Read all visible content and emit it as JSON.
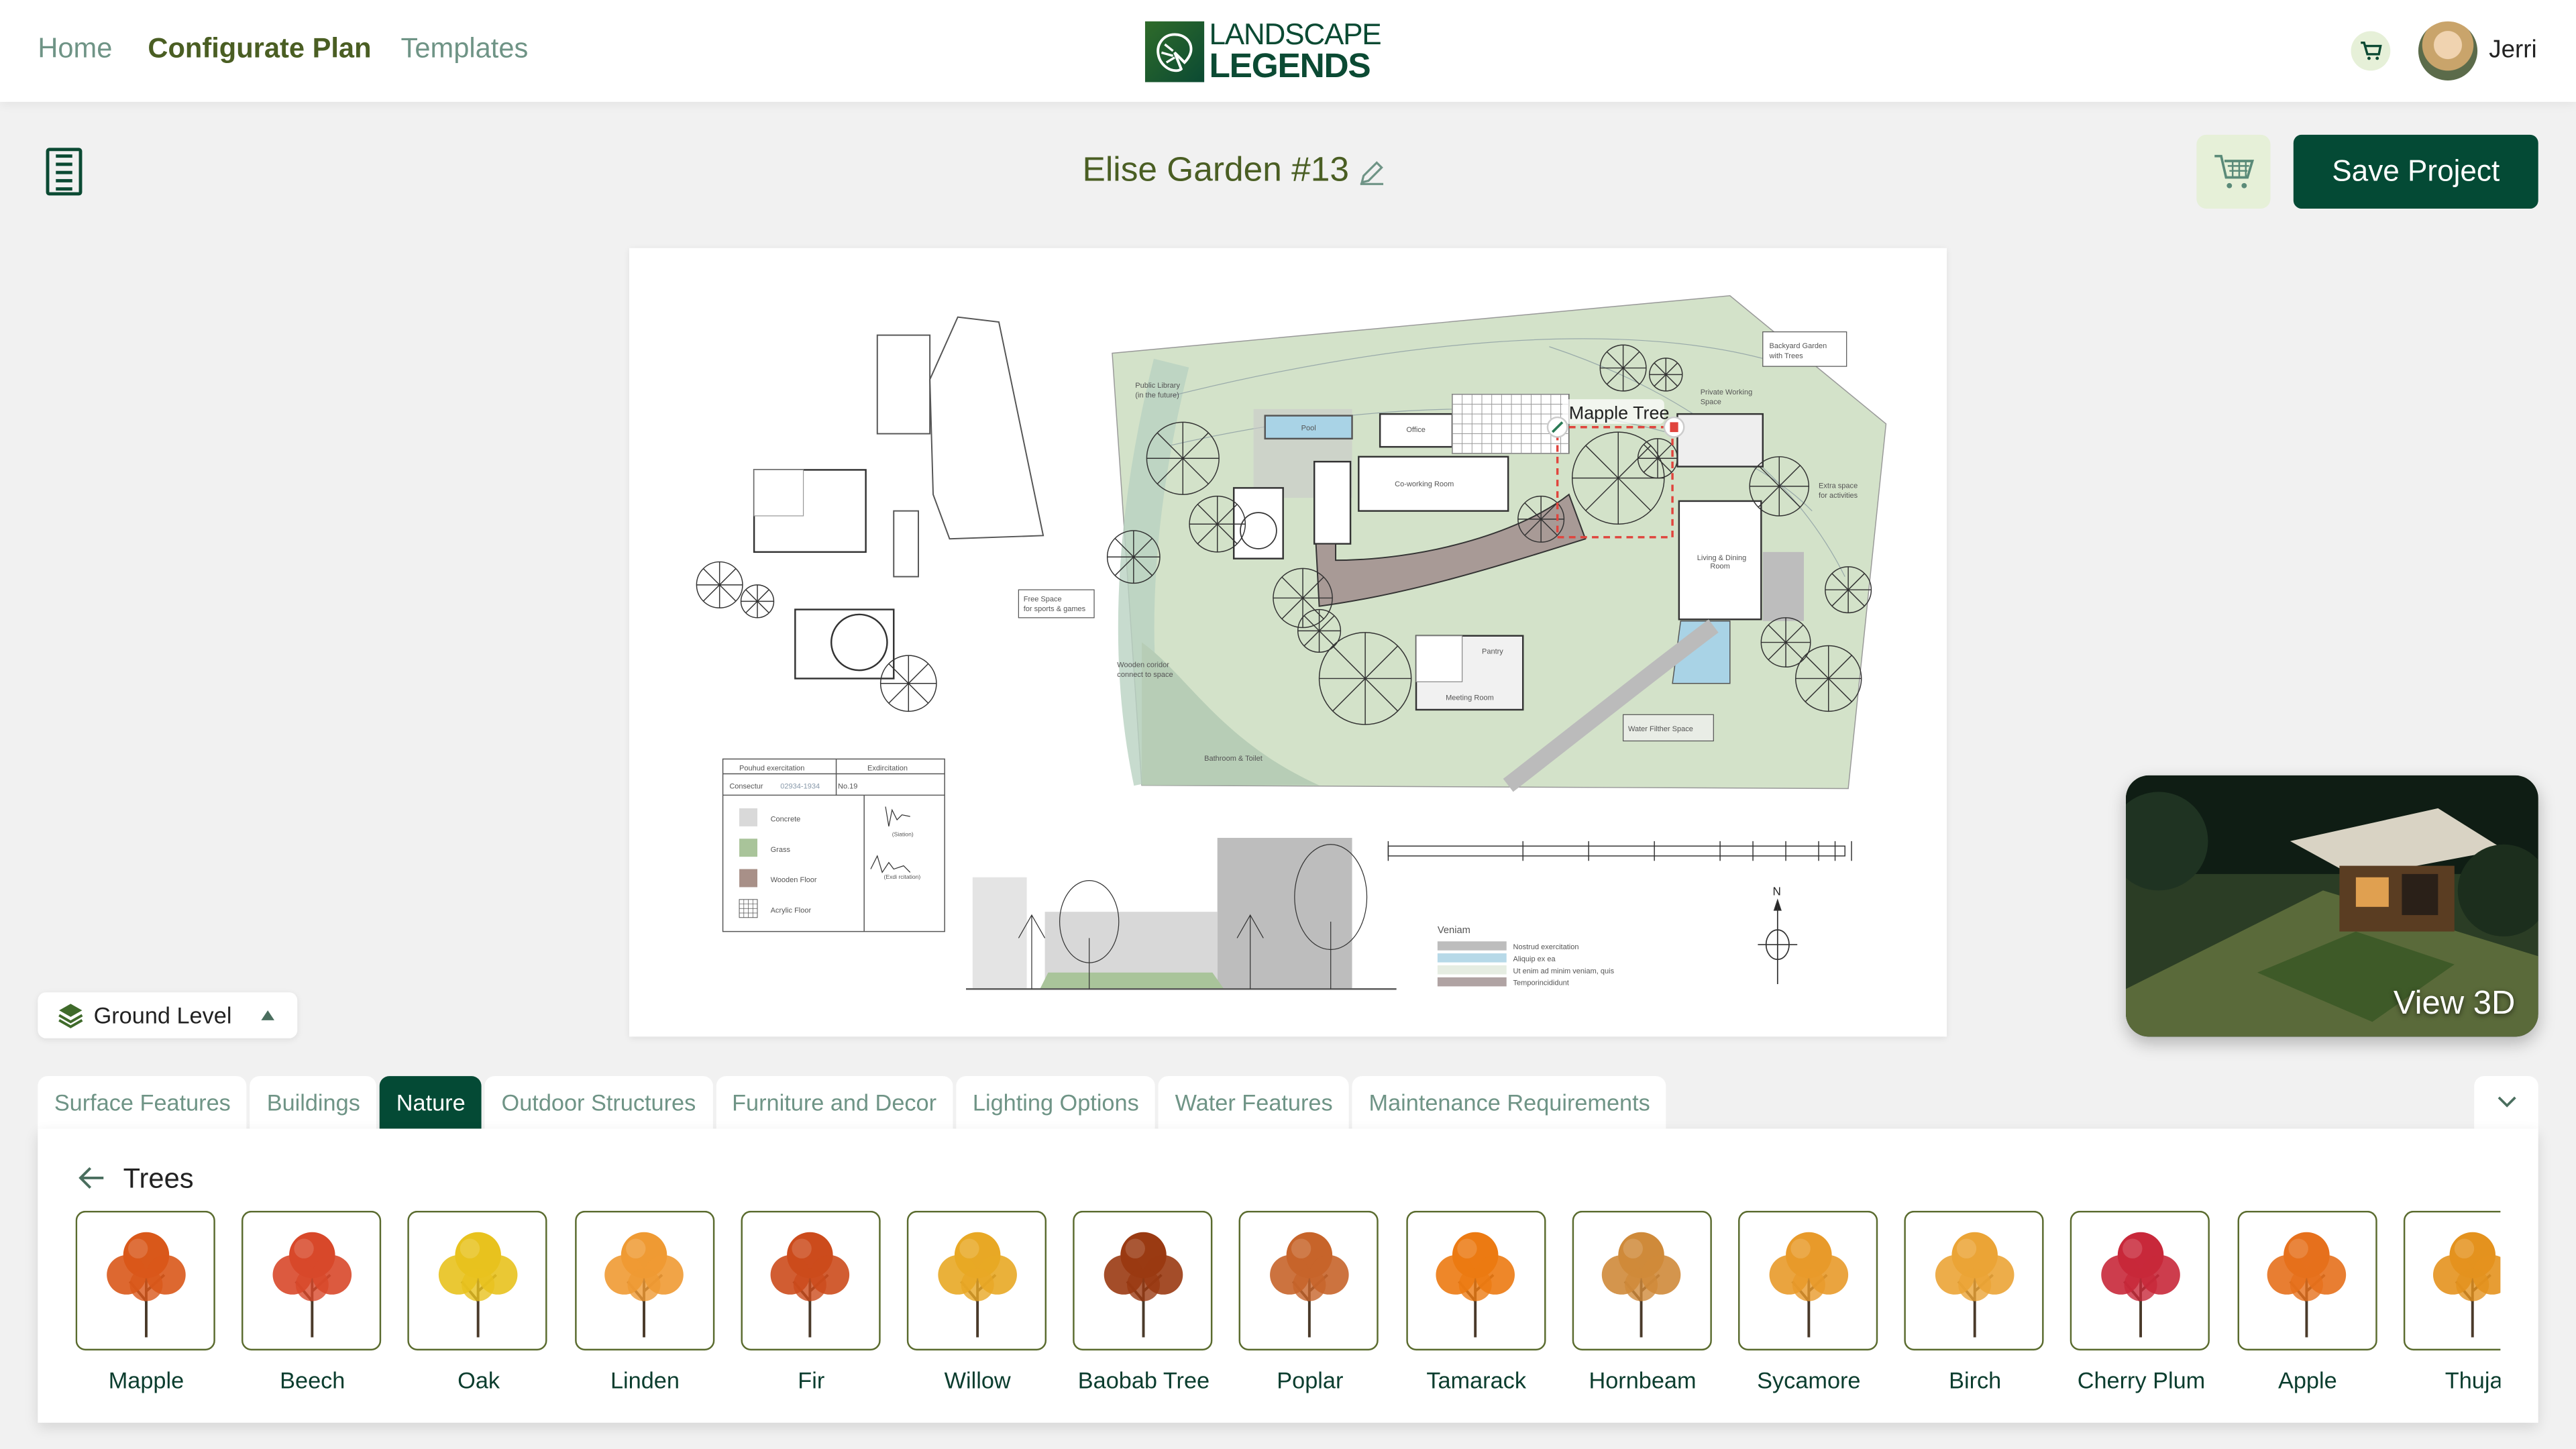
{
  "nav": {
    "home": "Home",
    "configurate": "Configurate Plan",
    "templates": "Templates"
  },
  "logo": {
    "line1": "LANDSCAPE",
    "line2": "LEGENDS"
  },
  "user": {
    "name": "Jerri"
  },
  "project": {
    "title": "Elise Garden #13"
  },
  "actions": {
    "save": "Save Project"
  },
  "level": {
    "label": "Ground Level"
  },
  "view3d": {
    "label": "View 3D"
  },
  "tabs": [
    {
      "label": "Surface Features"
    },
    {
      "label": "Buildings"
    },
    {
      "label": "Nature",
      "active": true
    },
    {
      "label": "Outdoor Structures"
    },
    {
      "label": "Furniture and Decor"
    },
    {
      "label": "Lighting Options"
    },
    {
      "label": "Water Features"
    },
    {
      "label": "Maintenance Requirements"
    }
  ],
  "panel": {
    "section": "Trees"
  },
  "trees": [
    {
      "name": "Mapple",
      "color": "#d9581a"
    },
    {
      "name": "Beech",
      "color": "#d8482a"
    },
    {
      "name": "Oak",
      "color": "#e8c21e"
    },
    {
      "name": "Linden",
      "color": "#ef9a33"
    },
    {
      "name": "Fir",
      "color": "#cc4b1c"
    },
    {
      "name": "Willow",
      "color": "#e8a825"
    },
    {
      "name": "Baobab Tree",
      "color": "#9a3a12"
    },
    {
      "name": "Poplar",
      "color": "#c7642a"
    },
    {
      "name": "Tamarack",
      "color": "#ec7a12"
    },
    {
      "name": "Hornbeam",
      "color": "#cf8a3a"
    },
    {
      "name": "Sycamore",
      "color": "#e89a2a"
    },
    {
      "name": "Birch",
      "color": "#eba436"
    },
    {
      "name": "Cherry Plum",
      "color": "#c8283a"
    },
    {
      "name": "Apple",
      "color": "#e6701c"
    },
    {
      "name": "Thuja",
      "color": "#e4921e"
    }
  ],
  "plan": {
    "selected_label": "Mapple Tree",
    "labels": {
      "public_library": [
        "Public Library",
        "(in the future)"
      ],
      "pool": "Pool",
      "office": "Office",
      "coworking": "Co-working Room",
      "backyard": [
        "Backyard Garden",
        "with Trees"
      ],
      "private": [
        "Private Working",
        "Space"
      ],
      "extra": [
        "Extra space",
        "for activities"
      ],
      "living": [
        "Living & Dining",
        "Room"
      ],
      "free_space": [
        "Free Space",
        "for sports & games"
      ],
      "pantry": "Pantry",
      "meeting": "Meeting Room",
      "water_filter": "Water Filther Space",
      "corridor": [
        "Wooden coridor",
        "connect to space"
      ],
      "bathroom": "Bathroom & Toilet"
    },
    "table": {
      "h1": "Pouhud exercitation",
      "h2": "Exdircitation",
      "r1": "Consectur",
      "r2": "02934-1934",
      "r3": "No.19",
      "sig1": "(Siation)",
      "sig2": "(Exdi rcitation)",
      "materials": [
        {
          "name": "Concrete",
          "color": "#d9d9d9"
        },
        {
          "name": "Grass",
          "color": "#a9c49a"
        },
        {
          "name": "Wooden Floor",
          "color": "#a89088"
        },
        {
          "name": "Acrylic Floor",
          "color": "grid"
        }
      ]
    },
    "legend": {
      "title": "Veniam",
      "items": [
        {
          "name": "Nostrud exercitation",
          "color": "#bdbdbd"
        },
        {
          "name": "Aliquip ex ea",
          "color": "#b7d9e8"
        },
        {
          "name": "Ut enim ad minim veniam, quis",
          "color": "#e6ede2"
        },
        {
          "name": "Temporincididunt",
          "color": "#b0a3a3"
        }
      ]
    },
    "north": "N"
  },
  "colors": {
    "brand": "#044a35",
    "accent_olive": "#4a5e23",
    "soft_green": "#e6f0d8",
    "site_green": "#d3e2c9",
    "selection_red": "#e0443d"
  }
}
